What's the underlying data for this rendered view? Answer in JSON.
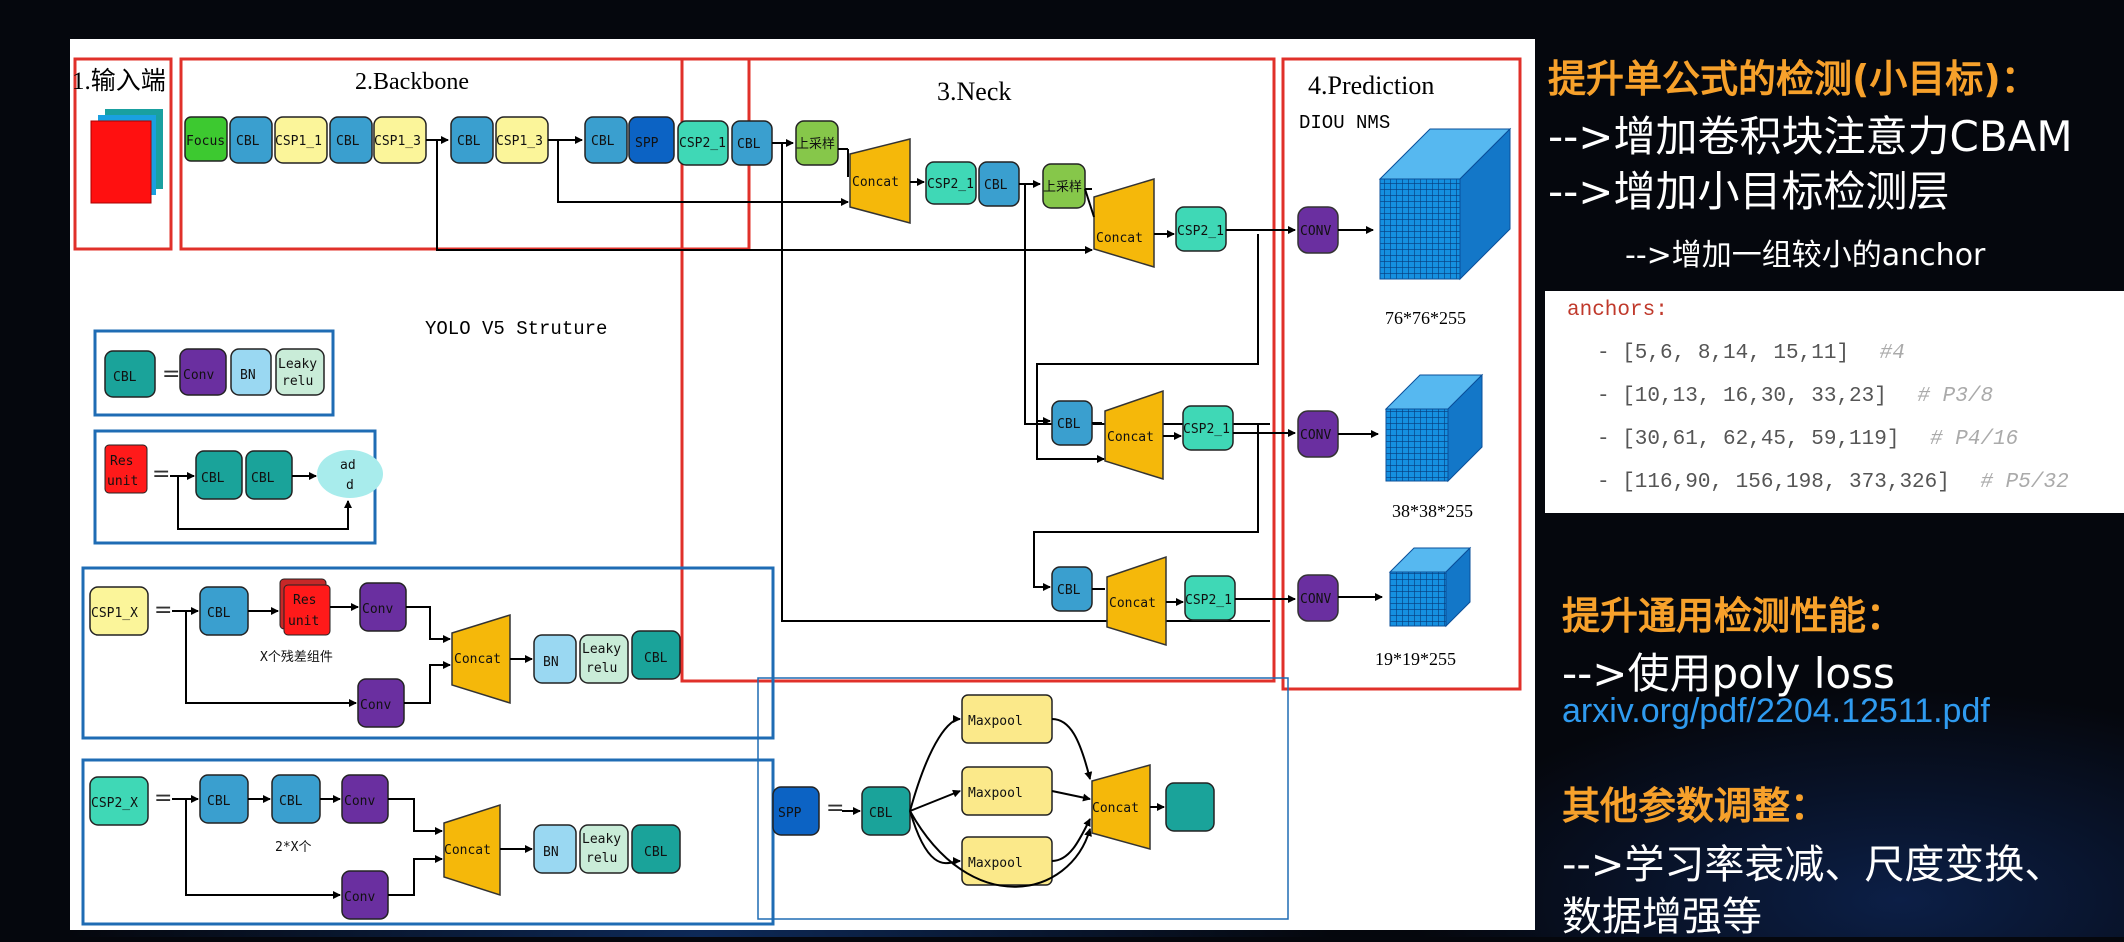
{
  "diagram": {
    "sections": {
      "input": "1.输入端",
      "backbone": "2.Backbone",
      "neck": "3.Neck",
      "prediction": "4.Prediction"
    },
    "diou_nms": "DIOU NMS",
    "structure_title": "YOLO V5 Struture",
    "outputs": [
      "76*76*255",
      "38*38*255",
      "19*19*255"
    ],
    "labels": {
      "focus": "Focus",
      "cbl": "CBL",
      "csp1_1": "CSP1_1",
      "csp1_3": "CSP1_3",
      "csp2_1": "CSP2_1",
      "spp": "SPP",
      "upsample": "上采样",
      "concat": "Concat",
      "conv_upper": "CONV",
      "conv": "Conv",
      "bn": "BN",
      "leaky_line1": "Leaky",
      "leaky_line2": "relu",
      "res_line1": "Res",
      "res_line2": "unit",
      "add_line1": "ad",
      "add_line2": "d",
      "csp1_x": "CSP1_X",
      "csp2_x": "CSP2_X",
      "x_res": "X个残差组件",
      "two_x": "2*X个",
      "maxpool": "Maxpool",
      "equals": "="
    }
  },
  "right_panel": {
    "heading1": "提升单公式的检测(小目标)：",
    "line1": "-->增加卷积块注意力CBAM",
    "line2": "-->增加小目标检测层",
    "line3": "-->增加一组较小的anchor",
    "anchors": {
      "title": "anchors:",
      "rows": [
        {
          "text": "- [5,6, 8,14, 15,11]",
          "comment": "#4"
        },
        {
          "text": "- [10,13, 16,30, 33,23]",
          "comment": "# P3/8"
        },
        {
          "text": "- [30,61, 62,45, 59,119]",
          "comment": "# P4/16"
        },
        {
          "text": "- [116,90, 156,198, 373,326]",
          "comment": "# P5/32"
        }
      ]
    },
    "heading2": "提升通用检测性能：",
    "line4": "-->使用poly loss",
    "link": "arxiv.org/pdf/2204.12511.pdf",
    "heading3": "其他参数调整：",
    "line5": "-->学习率衰减、尺度变换、",
    "line6": "数据增强等"
  },
  "colors": {
    "orange": "#f7a12b",
    "link": "#2f9bf0",
    "cbl": "#3a9fcf",
    "csp1": "#fbf59a",
    "csp2": "#3fd8b6",
    "concat": "#f5b80a",
    "conv": "#6a2fa0",
    "spp": "#0c63c4",
    "red_box": "#e0302a",
    "blue_box": "#1f6cb4"
  }
}
